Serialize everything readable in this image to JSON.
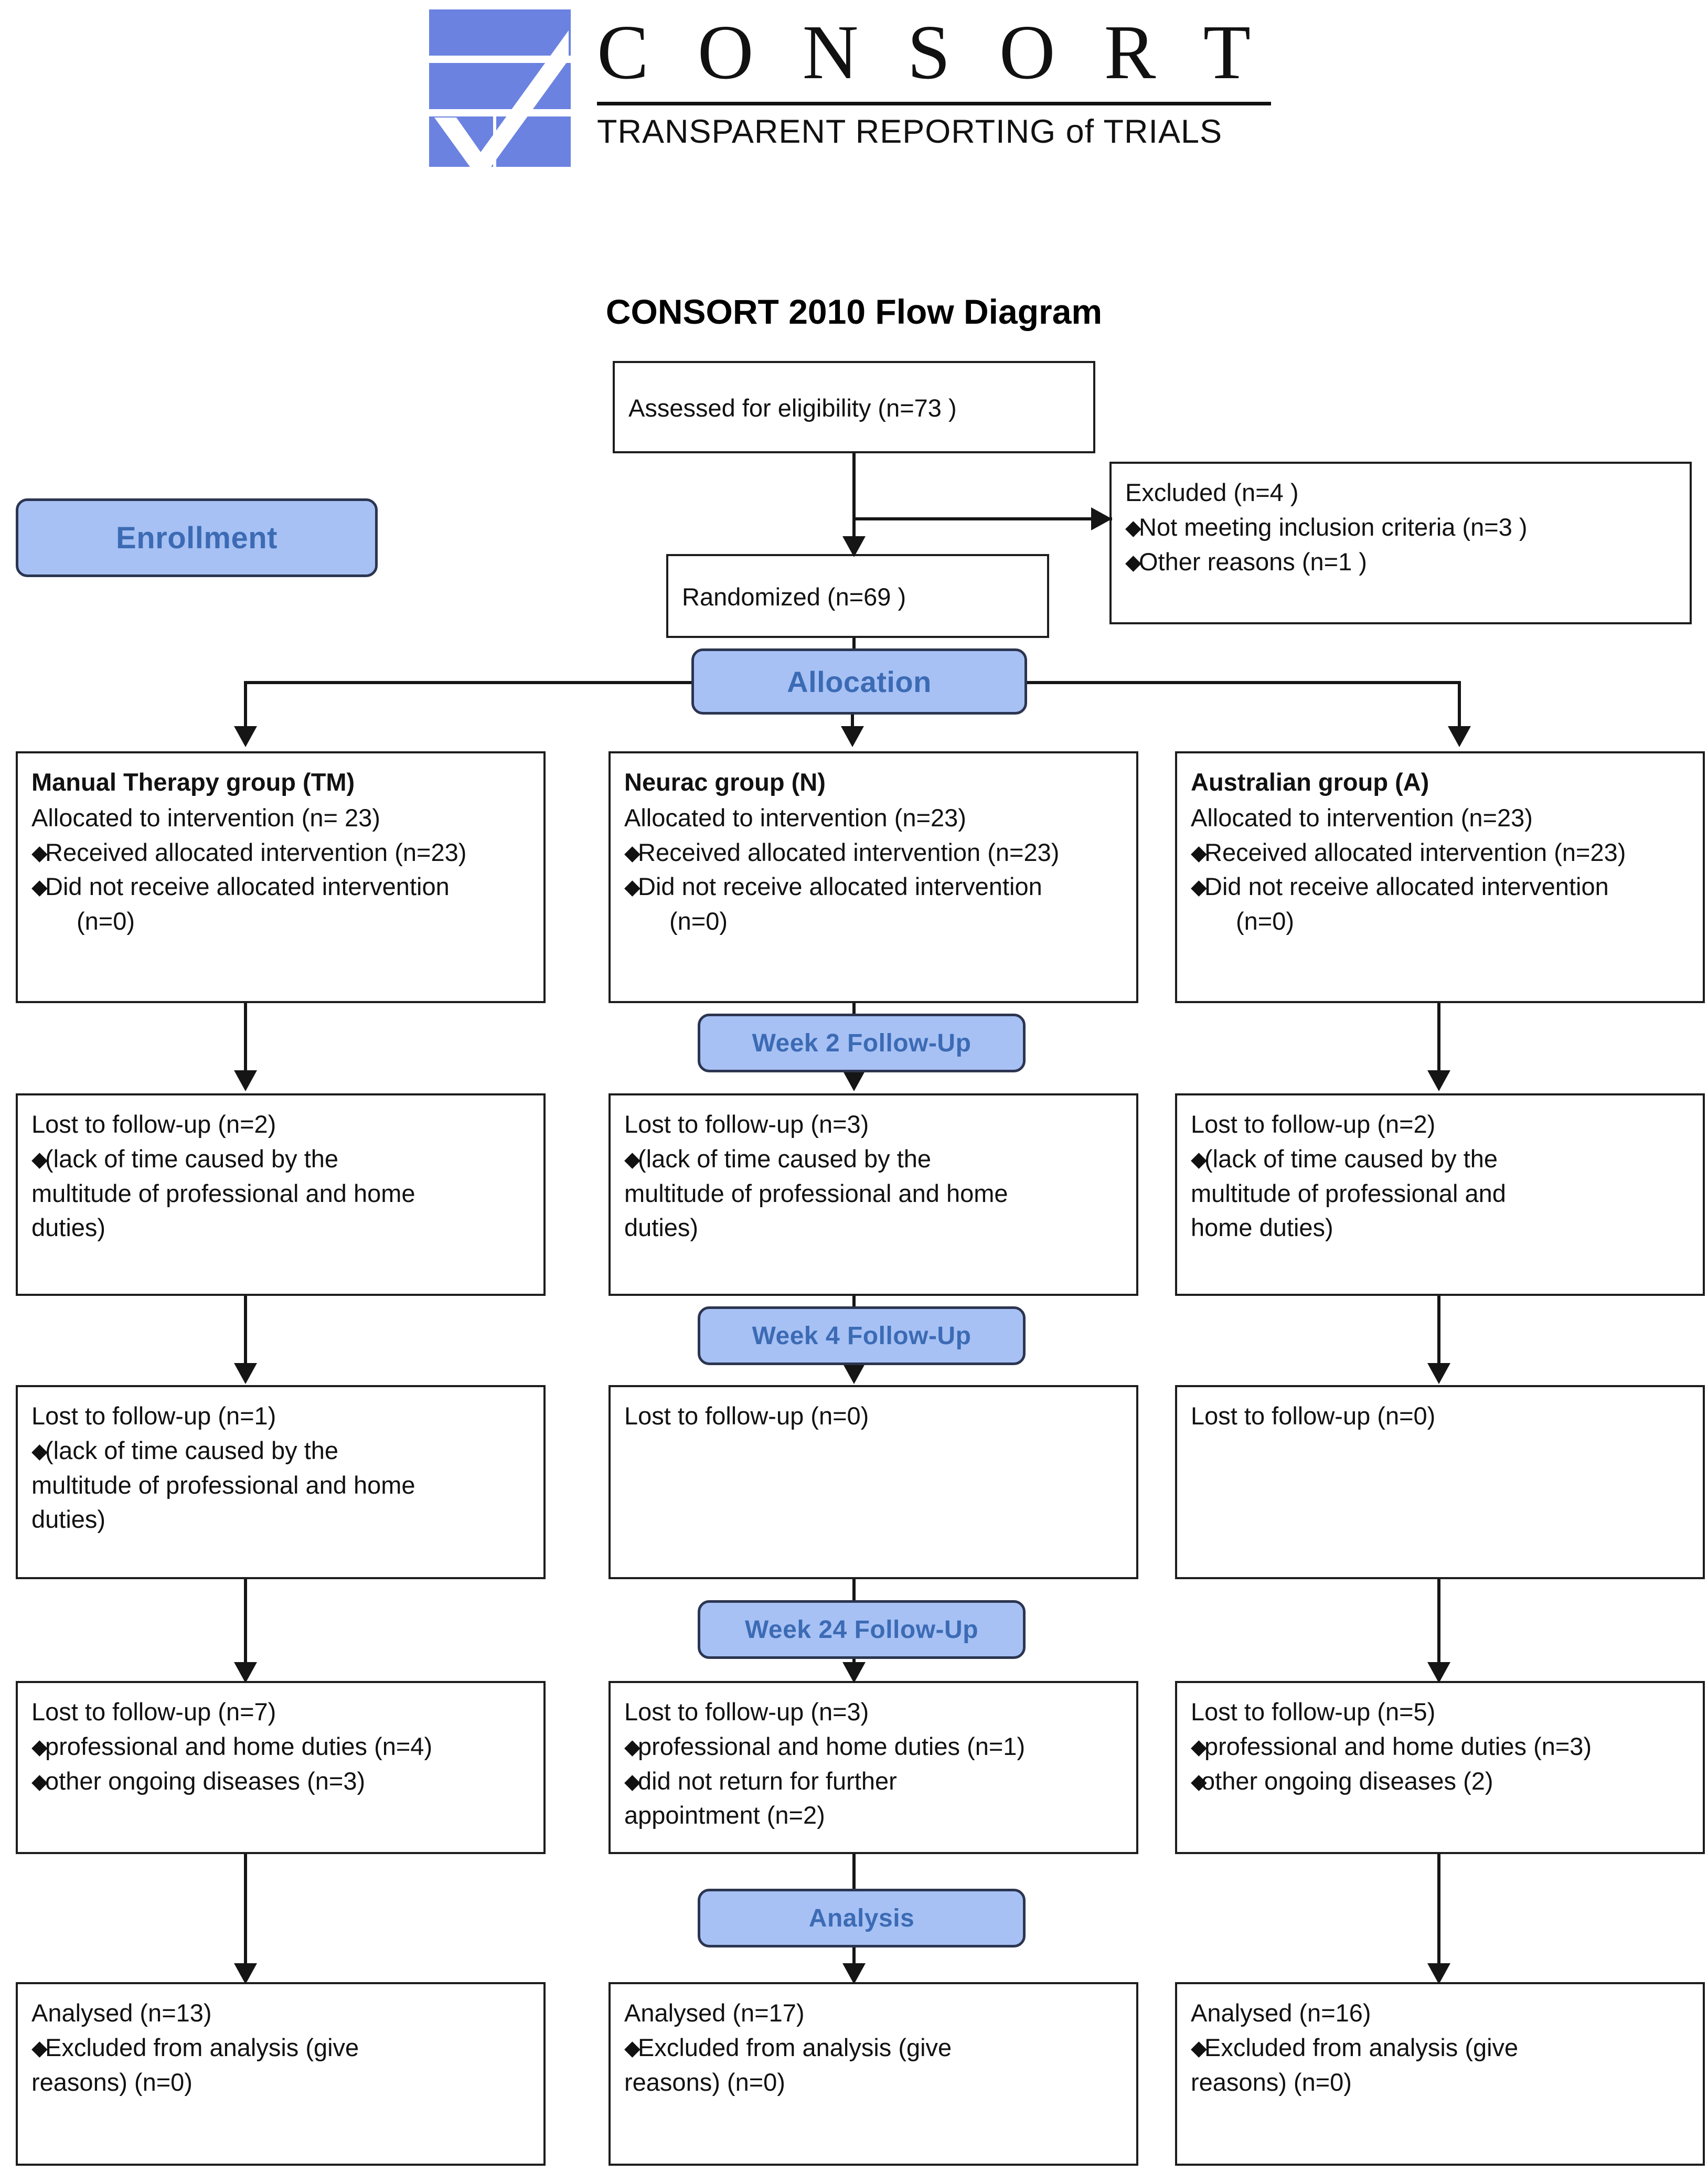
{
  "logo": {
    "wordmark": "C O N S O R T",
    "tagline": "TRANSPARENT REPORTING of TRIALS",
    "brand_blue": "#6b82e0"
  },
  "diagram": {
    "title": "CONSORT 2010 Flow Diagram",
    "banner_fill": "#a7c1f5",
    "banner_text_color": "#3c6bb4",
    "banner_border_color": "#2c3550"
  },
  "stages": {
    "enrollment": "Enrollment",
    "allocation": "Allocation",
    "week2": "Week 2 Follow-Up",
    "week4": "Week 4 Follow-Up",
    "week24": "Week 24 Follow-Up",
    "analysis": "Analysis"
  },
  "enrollment_boxes": {
    "assessed": "Assessed for eligibility (n=73  )",
    "randomized": "Randomized (n=69  )",
    "excluded": {
      "title": "Excluded  (n=4   )",
      "bullets": [
        "Not meeting inclusion criteria (n=3  )",
        "Other reasons (n=1  )"
      ]
    }
  },
  "allocation_groups": [
    {
      "title": "Manual Therapy group (TM)",
      "allocated": "Allocated to intervention (n= 23)",
      "bullets": [
        "Received allocated intervention (n=23)",
        "Did not receive allocated intervention"
      ],
      "indent": "(n=0)"
    },
    {
      "title": "Neurac group (N)",
      "allocated": "Allocated to intervention (n=23)",
      "bullets": [
        "Received allocated intervention (n=23)",
        "Did not receive allocated intervention"
      ],
      "indent": "(n=0)"
    },
    {
      "title": "Australian group (A)",
      "allocated": "Allocated to intervention (n=23)",
      "bullets": [
        "Received allocated intervention (n=23)",
        "Did not receive allocated intervention"
      ],
      "indent": "(n=0)"
    }
  ],
  "week2_boxes": [
    {
      "heading": "Lost to follow-up (n=2)",
      "bullet": "(lack of time caused by the",
      "cont": [
        "multitude of professional and home",
        "duties)"
      ]
    },
    {
      "heading": "Lost to follow-up (n=3)",
      "bullet": "(lack of time caused by the",
      "cont": [
        "multitude of professional and home",
        "duties)"
      ]
    },
    {
      "heading": "Lost to follow-up (n=2)",
      "bullet": "(lack of time caused by the",
      "cont": [
        "multitude of professional and",
        "home duties)"
      ]
    }
  ],
  "week4_boxes": [
    {
      "heading": "Lost to follow-up (n=1)",
      "bullet": "(lack of time caused by the",
      "cont": [
        "multitude of professional and home",
        "duties)"
      ]
    },
    {
      "heading": "Lost to follow-up (n=0)",
      "bullet": "",
      "cont": []
    },
    {
      "heading": "Lost to follow-up (n=0)",
      "bullet": "",
      "cont": []
    }
  ],
  "week24_boxes": [
    {
      "heading": "Lost to follow-up (n=7)",
      "bullets": [
        "professional and home duties (n=4)",
        "other ongoing diseases (n=3)"
      ],
      "cont": ""
    },
    {
      "heading": "Lost to follow-up (n=3)",
      "bullets": [
        "professional and home duties (n=1)",
        "did not return for further"
      ],
      "cont": "appointment (n=2)"
    },
    {
      "heading": "Lost to follow-up (n=5)",
      "bullets": [
        "professional and home duties (n=3)",
        "other ongoing diseases (2)"
      ],
      "cont": ""
    }
  ],
  "analysis_boxes": [
    {
      "heading": "Analysed (n=13)",
      "bullet": "Excluded from analysis (give",
      "cont": "reasons) (n=0)"
    },
    {
      "heading": "Analysed (n=17)",
      "bullet": "Excluded from analysis (give",
      "cont": "reasons) (n=0)"
    },
    {
      "heading": "Analysed (n=16)",
      "bullet": "Excluded from analysis (give",
      "cont": "reasons) (n=0)"
    }
  ]
}
